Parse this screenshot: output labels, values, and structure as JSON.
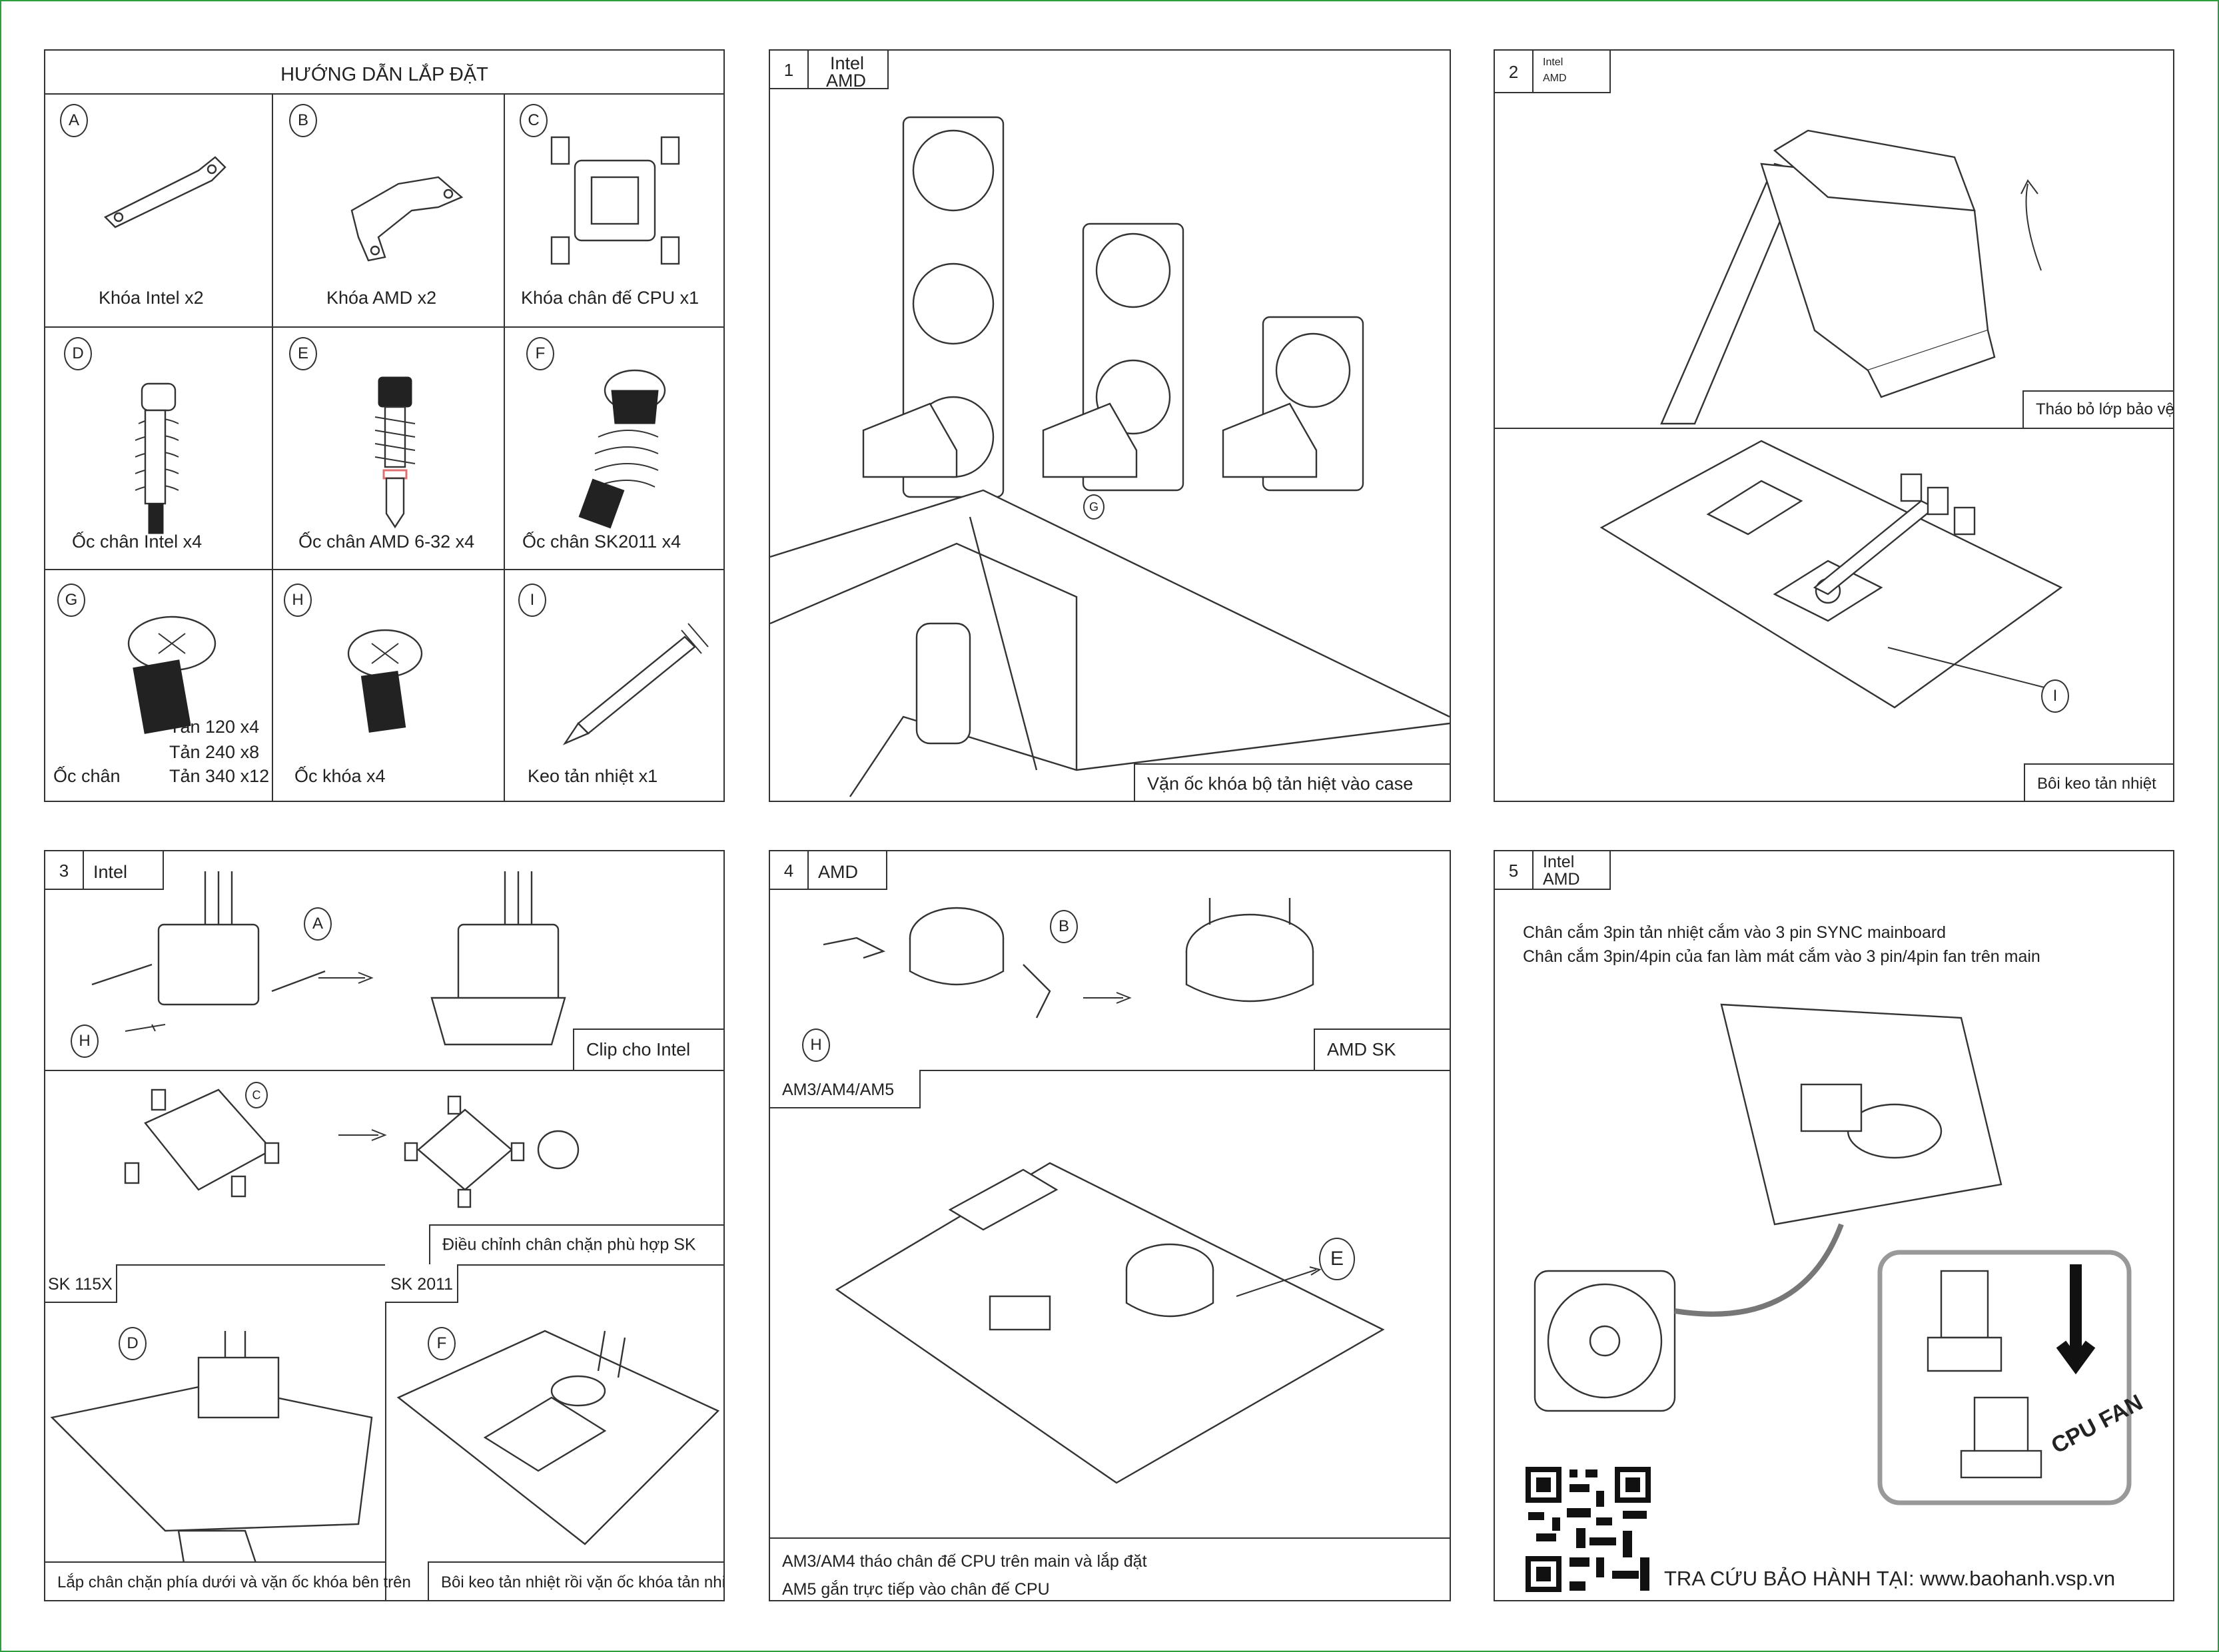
{
  "parts_panel": {
    "title": "HƯỚNG DẪN LẮP ĐẶT",
    "parts": [
      {
        "letter": "A",
        "label": "Khóa Intel x2"
      },
      {
        "letter": "B",
        "label": "Khóa AMD x2"
      },
      {
        "letter": "C",
        "label": "Khóa chân đế CPU x1"
      },
      {
        "letter": "D",
        "label": "Ốc chân Intel x4"
      },
      {
        "letter": "E",
        "label": "Ốc chân AMD 6-32 x4"
      },
      {
        "letter": "F",
        "label": "Ốc chân SK2011 x4"
      },
      {
        "letter": "G",
        "label": "Ốc chân",
        "sizes": [
          "Tản 120 x4",
          "Tản 240 x8",
          "Tản 340 x12"
        ]
      },
      {
        "letter": "H",
        "label": "Ốc khóa x4"
      },
      {
        "letter": "I",
        "label": "Keo tản nhiệt x1"
      }
    ]
  },
  "step1": {
    "number": "1",
    "platforms": [
      "Intel",
      "AMD"
    ],
    "callout": "G",
    "caption": "Vặn ốc khóa bộ tản hiệt vào case"
  },
  "step2": {
    "number": "2",
    "platforms": [
      "Intel",
      "AMD"
    ],
    "caption_top": "Tháo bỏ lớp bảo vệ",
    "callout": "I",
    "caption_bottom": "Bôi keo tản nhiệt"
  },
  "step3": {
    "number": "3",
    "platforms": [
      "Intel"
    ],
    "callout_a": "A",
    "callout_h": "H",
    "callout_c": "C",
    "callout_d": "D",
    "callout_f": "F",
    "caption_clip": "Clip cho Intel",
    "caption_adjust": "Điều chỉnh chân chặn phù hợp SK",
    "sections": [
      "SK 115X",
      "SK 2011"
    ],
    "caption_sk115x": "Lắp chân chặn phía dưới và vặn ốc khóa bên trên",
    "caption_sk2011": "Bôi keo tản nhiệt rồi vặn ốc khóa tản nhiệt"
  },
  "step4": {
    "number": "4",
    "platforms": [
      "AMD"
    ],
    "callout_b": "B",
    "callout_h": "H",
    "callout_e": "E",
    "caption_sk": "AMD SK",
    "section": "AM3/AM4/AM5",
    "notes": [
      "AM3/AM4 tháo chân đế CPU trên main và lắp đặt",
      "AM5 gắn trực tiếp vào chân đế CPU"
    ]
  },
  "step5": {
    "number": "5",
    "platforms": [
      "Intel",
      "AMD"
    ],
    "instructions": [
      "Chân cắm 3pin tản nhiệt cắm vào 3 pin SYNC mainboard",
      "Chân cắm 3pin/4pin của fan làm mát  cắm vào 3 pin/4pin fan trên main"
    ],
    "connector_label": "CPU FAN",
    "warranty_text": "TRA CỨU BẢO HÀNH TẠI: www.baohanh.vsp.vn"
  }
}
